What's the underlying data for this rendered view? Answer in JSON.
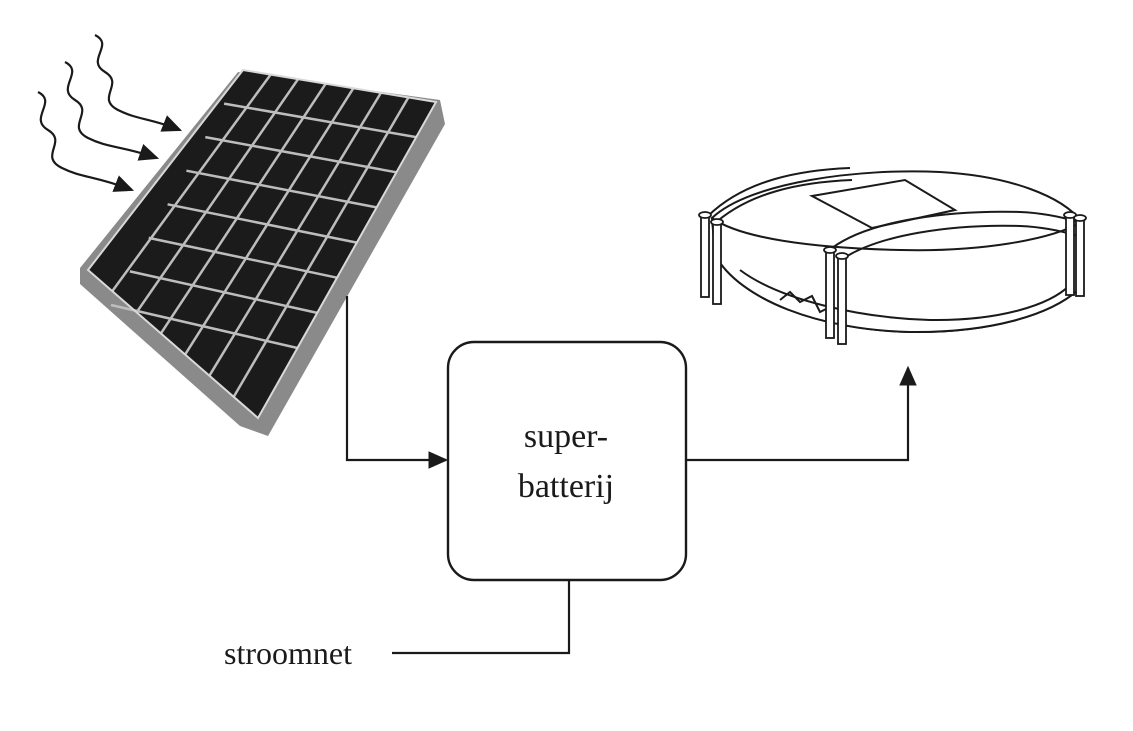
{
  "battery": {
    "line1": "super-",
    "line2": "batterij"
  },
  "grid": {
    "label": "stroomnet"
  },
  "colors": {
    "line": "#1a1a1a",
    "panel_cell": "#1b1b1b",
    "panel_frame": "#8a8a8a",
    "panel_grid": "#bdbdbd"
  },
  "icons": {
    "sun_rays": "wavy-arrow-icon",
    "solar_panel": "solar-panel-icon",
    "load": "pool-cover-icon"
  }
}
